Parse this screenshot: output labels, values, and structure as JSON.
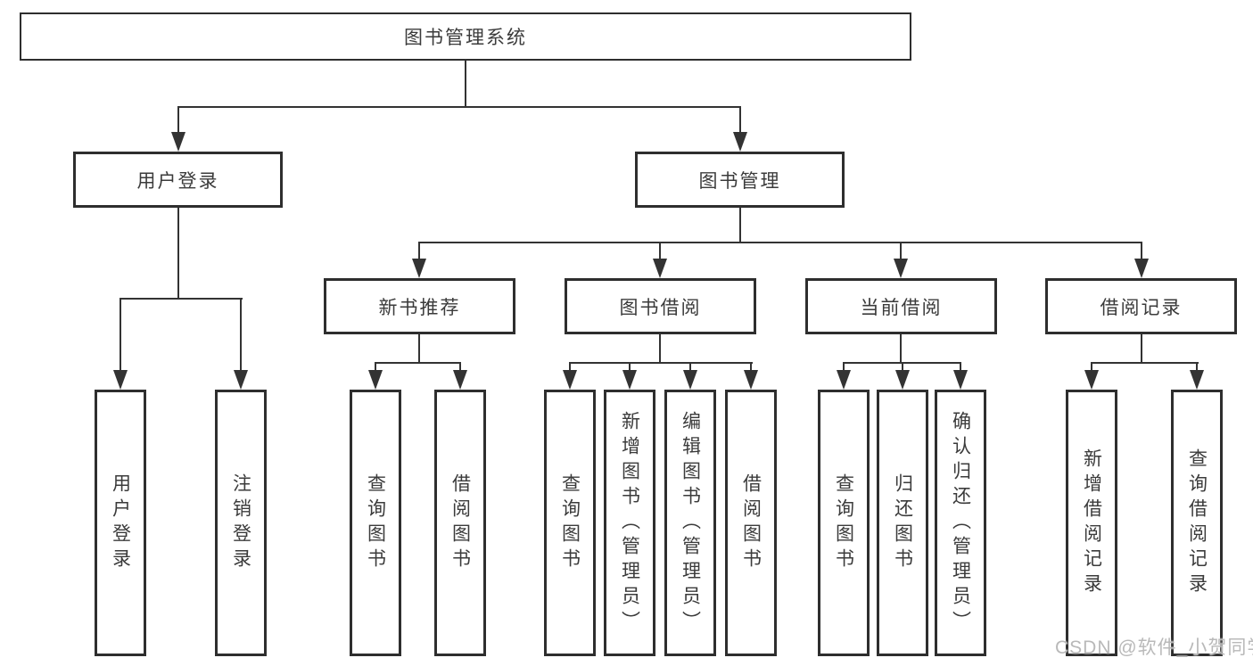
{
  "diagram": {
    "root": {
      "label": "图书管理系统"
    },
    "level2": [
      {
        "label": "用户登录"
      },
      {
        "label": "图书管理"
      }
    ],
    "level3": [
      {
        "label": "新书推荐"
      },
      {
        "label": "图书借阅"
      },
      {
        "label": "当前借阅"
      },
      {
        "label": "借阅记录"
      }
    ],
    "leaves": {
      "user_login": [
        "用户登录",
        "注销登录"
      ],
      "new_books": [
        "查询图书",
        "借阅图书"
      ],
      "book_borrow": [
        "查询图书",
        "新增图书（管理员）",
        "编辑图书（管理员）",
        "借阅图书"
      ],
      "current_borrow": [
        "查询图书",
        "归还图书",
        "确认归还（管理员）"
      ],
      "borrow_records": [
        "新增借阅记录",
        "查询借阅记录"
      ]
    }
  },
  "watermark": "CSDN @软件_小贺同学",
  "colors": {
    "line": "#333333",
    "border": "#2e2e2e",
    "text": "#3b3b3b",
    "watermark": "#b9b9b9",
    "background": "#ffffff"
  }
}
